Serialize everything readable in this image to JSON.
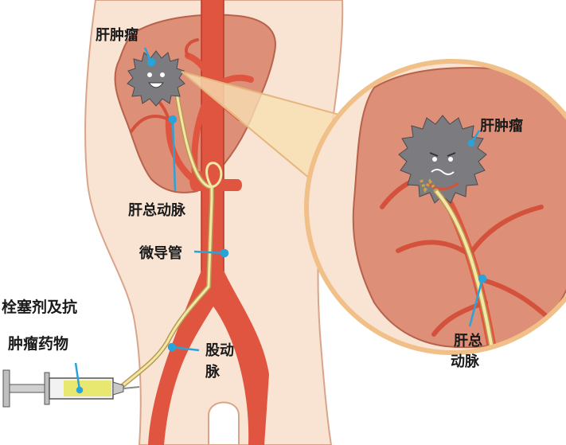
{
  "labels": {
    "tumor_left": "肝肿瘤",
    "tumor_zoom": "肝肿瘤",
    "hepatic_artery_left": "肝总动脉",
    "hepatic_artery_zoom_line1": "肝总",
    "hepatic_artery_zoom_line2": "动脉",
    "microcatheter": "微导管",
    "femoral_artery_line1": "股动",
    "femoral_artery_line2": "脉",
    "syringe_line1": "栓塞剂及抗",
    "syringe_line2": "肿瘤药物"
  },
  "colors": {
    "skin": "#f9e3d3",
    "skin_outline": "#d9a58a",
    "liver": "#de8f77",
    "liver_outline": "#b8624c",
    "artery": "#e0553f",
    "artery_dark": "#b83a2a",
    "catheter": "#f3e7a6",
    "tumor": "#7c7c80",
    "pointer": "#29a3d9",
    "zoom_ring": "#f0c088",
    "liquid": "#e8e870"
  },
  "icons": {
    "tumor": "spiky-tumor-face-icon",
    "syringe": "syringe-icon"
  }
}
